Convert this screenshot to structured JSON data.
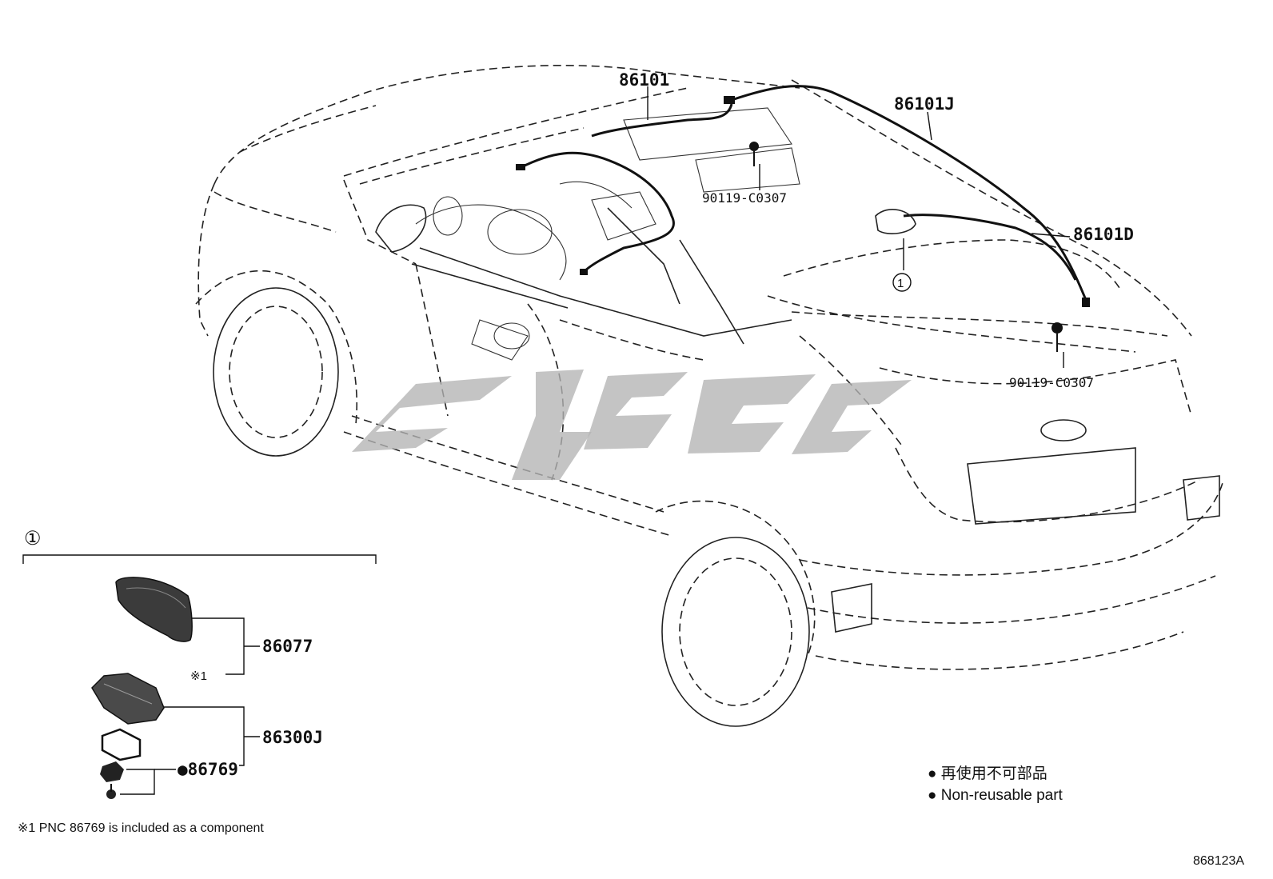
{
  "parts": {
    "p86101": "86101",
    "p86101j": "86101J",
    "p86101d": "86101D",
    "bolt_upper": "90119-C0307",
    "bolt_lower": "90119-C0307",
    "p86077": "86077",
    "p86300j": "86300J",
    "p86769": "●86769"
  },
  "callouts": {
    "circle_one": "①",
    "ref_mark": "※1"
  },
  "notes": {
    "component_note": "※1 PNC 86769 is included as a component"
  },
  "legend": {
    "line_ja": "●  再使用不可部品",
    "line_en": "●  Non-reusable part"
  },
  "diagram_id": "868123A"
}
